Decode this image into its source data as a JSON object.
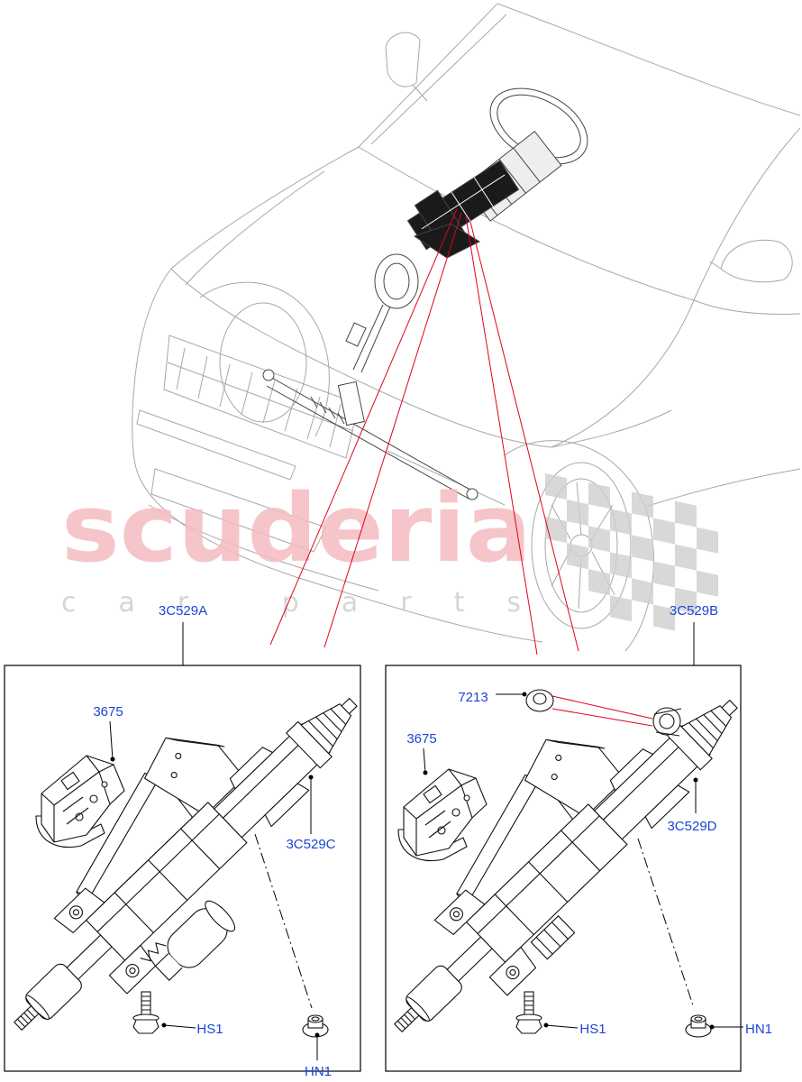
{
  "watermark": {
    "brand": "scuderia",
    "tagline": "car parts"
  },
  "callouts": {
    "assembly_left": "3C529A",
    "assembly_right": "3C529B",
    "module_left": "3675",
    "module_right": "3675",
    "column_part_left": "3C529C",
    "column_part_right": "3C529D",
    "cap_right": "7213",
    "bolt_left": "HS1",
    "bolt_right": "HS1",
    "nut_left": "HN1",
    "nut_right": "HN1"
  },
  "colors": {
    "callout_text": "#1d44d8",
    "highlight_line": "#e3001b",
    "watermark_brand": "#f4bcc1",
    "watermark_tagline": "#d6d6d6",
    "vehicle_line": "#a8a8a8",
    "drawing_line": "#111111"
  }
}
